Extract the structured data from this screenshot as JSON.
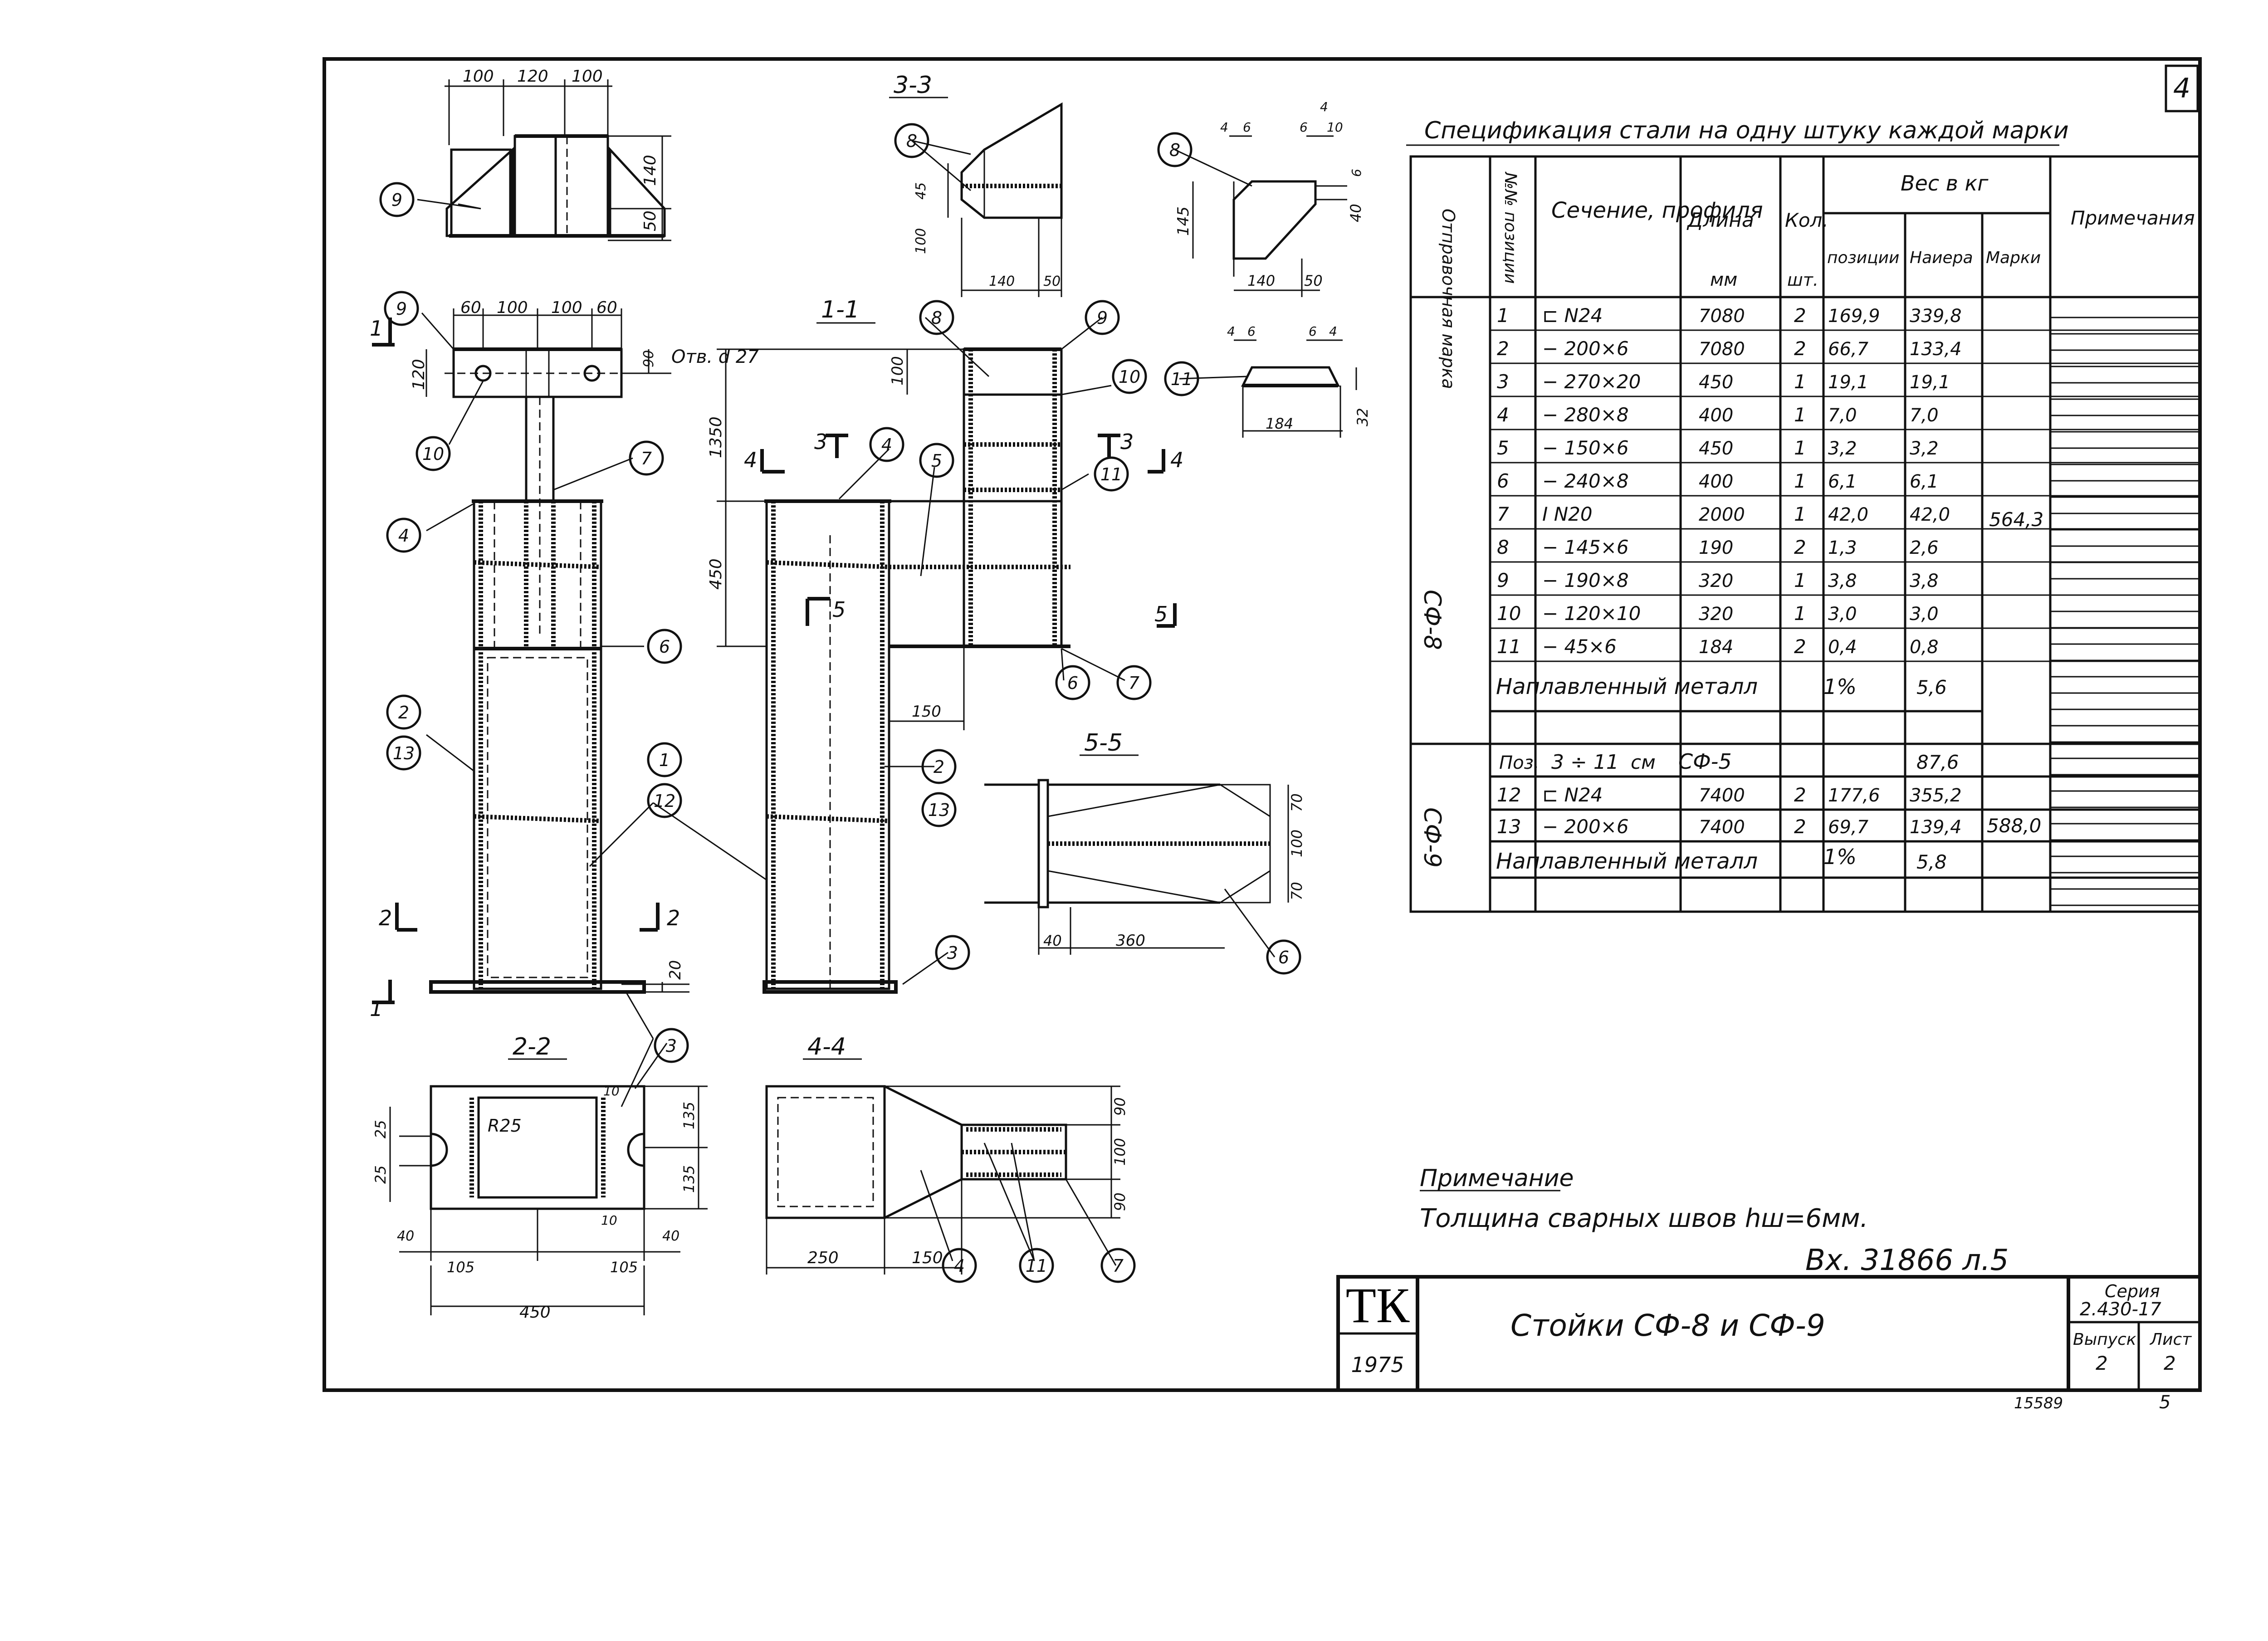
{
  "sheet_number": "4",
  "spec": {
    "title": "Спецификация стали на одну штуку каждой марки",
    "headers": {
      "mark": "Отправочная марка",
      "pos": "№№ позиции",
      "section": "Сечение, профиля",
      "length": "Длина",
      "length_unit": "мм",
      "qty": "Кол.",
      "qty_unit": "шт.",
      "weight": "Вес в кг",
      "w_pos": "позиции",
      "w_total": "Наиера",
      "w_mark": "Марки",
      "note": "Примечания"
    },
    "sf8": {
      "mark": "СФ-8",
      "mark_weight": "564,3",
      "rows": [
        {
          "pos": "1",
          "section": "⊏ N24",
          "length": "7080",
          "qty": "2",
          "w": "169,9",
          "t": "339,8"
        },
        {
          "pos": "2",
          "section": "− 200×6",
          "length": "7080",
          "qty": "2",
          "w": "66,7",
          "t": "133,4"
        },
        {
          "pos": "3",
          "section": "− 270×20",
          "length": "450",
          "qty": "1",
          "w": "19,1",
          "t": "19,1"
        },
        {
          "pos": "4",
          "section": "− 280×8",
          "length": "400",
          "qty": "1",
          "w": "7,0",
          "t": "7,0"
        },
        {
          "pos": "5",
          "section": "− 150×6",
          "length": "450",
          "qty": "1",
          "w": "3,2",
          "t": "3,2"
        },
        {
          "pos": "6",
          "section": "− 240×8",
          "length": "400",
          "qty": "1",
          "w": "6,1",
          "t": "6,1"
        },
        {
          "pos": "7",
          "section": "I N20",
          "length": "2000",
          "qty": "1",
          "w": "42,0",
          "t": "42,0"
        },
        {
          "pos": "8",
          "section": "− 145×6",
          "length": "190",
          "qty": "2",
          "w": "1,3",
          "t": "2,6"
        },
        {
          "pos": "9",
          "section": "− 190×8",
          "length": "320",
          "qty": "1",
          "w": "3,8",
          "t": "3,8"
        },
        {
          "pos": "10",
          "section": "− 120×10",
          "length": "320",
          "qty": "1",
          "w": "3,0",
          "t": "3,0"
        },
        {
          "pos": "11",
          "section": "− 45×6",
          "length": "184",
          "qty": "2",
          "w": "0,4",
          "t": "0,8"
        }
      ],
      "weld_label": "Наплавленный металл",
      "weld_pct": "1%",
      "weld_weight": "5,6"
    },
    "sf9": {
      "mark": "СФ-9",
      "mark_weight": "588,0",
      "ref_pos": "Поз.",
      "ref_range": "3 ÷ 11",
      "ref_see": "см",
      "ref_mark": "СФ-5",
      "ref_weight": "87,6",
      "rows": [
        {
          "pos": "12",
          "section": "⊏ N24",
          "length": "7400",
          "qty": "2",
          "w": "177,6",
          "t": "355,2"
        },
        {
          "pos": "13",
          "section": "− 200×6",
          "length": "7400",
          "qty": "2",
          "w": "69,7",
          "t": "139,4"
        }
      ],
      "weld_label": "Наплавленный металл",
      "weld_pct": "1%",
      "weld_weight": "5,8"
    }
  },
  "note": {
    "title": "Примечание",
    "text": "Толщина сварных швов hш=6мм."
  },
  "inventory_mark": "Вх. 31866 л.5",
  "title_block": {
    "org": "ТК",
    "year": "1975",
    "title": "Стойки СФ-8 и СФ-9",
    "series_label": "Серия",
    "series_value": "2.430-17",
    "issue_label": "Выпуск",
    "issue_value": "2",
    "sheet_label": "Лист",
    "sheet_value": "2"
  },
  "footer": {
    "archive_no": "15589",
    "page": "5"
  },
  "sections": {
    "s11": "1-1",
    "s22": "2-2",
    "s33": "3-3",
    "s44": "4-4",
    "s55": "5-5"
  },
  "dims": {
    "top_w": [
      "100",
      "120",
      "100"
    ],
    "top_h": [
      "140",
      "50"
    ],
    "plan_w": [
      "60",
      "100",
      "100",
      "60"
    ],
    "plan_h": "120",
    "plan_hole_h": "90",
    "hole_label": "Отв. d 27",
    "s33_h": [
      "45",
      "100"
    ],
    "s33_w": [
      "140",
      "50"
    ],
    "d8_top": [
      "4",
      "6",
      "6",
      "4",
      "10"
    ],
    "d8_h": [
      "145",
      "40",
      "6"
    ],
    "d8_w": [
      "140",
      "50"
    ],
    "d11_top": [
      "4",
      "6",
      "6",
      "4"
    ],
    "d11_w": "184",
    "d11_h": "32",
    "elev_h": [
      "1350",
      "100",
      "450"
    ],
    "elev_w": "150",
    "base_h": "20",
    "s22_left": [
      "25",
      "25"
    ],
    "s22_right": [
      "135",
      "135"
    ],
    "s22_w": [
      "40",
      "105",
      "105",
      "40"
    ],
    "s22_total": "450",
    "s22_radius": "R25",
    "s22_small": [
      "10",
      "10"
    ],
    "s44_w": [
      "250",
      "150"
    ],
    "s44_h": [
      "90",
      "100",
      "90"
    ],
    "s55_h": [
      "70",
      "100",
      "70"
    ],
    "s55_w": [
      "40",
      "360"
    ]
  },
  "callouts": {
    "c1": "1",
    "c2": "2",
    "c3": "3",
    "c4": "4",
    "c5": "5",
    "c6": "6",
    "c7": "7",
    "c8": "8",
    "c9": "9",
    "c10": "10",
    "c11": "11",
    "c12": "12",
    "c13": "13"
  },
  "cut_marks": {
    "m1": "1",
    "m2": "2",
    "m3": "3",
    "m4": "4",
    "m5": "5"
  }
}
